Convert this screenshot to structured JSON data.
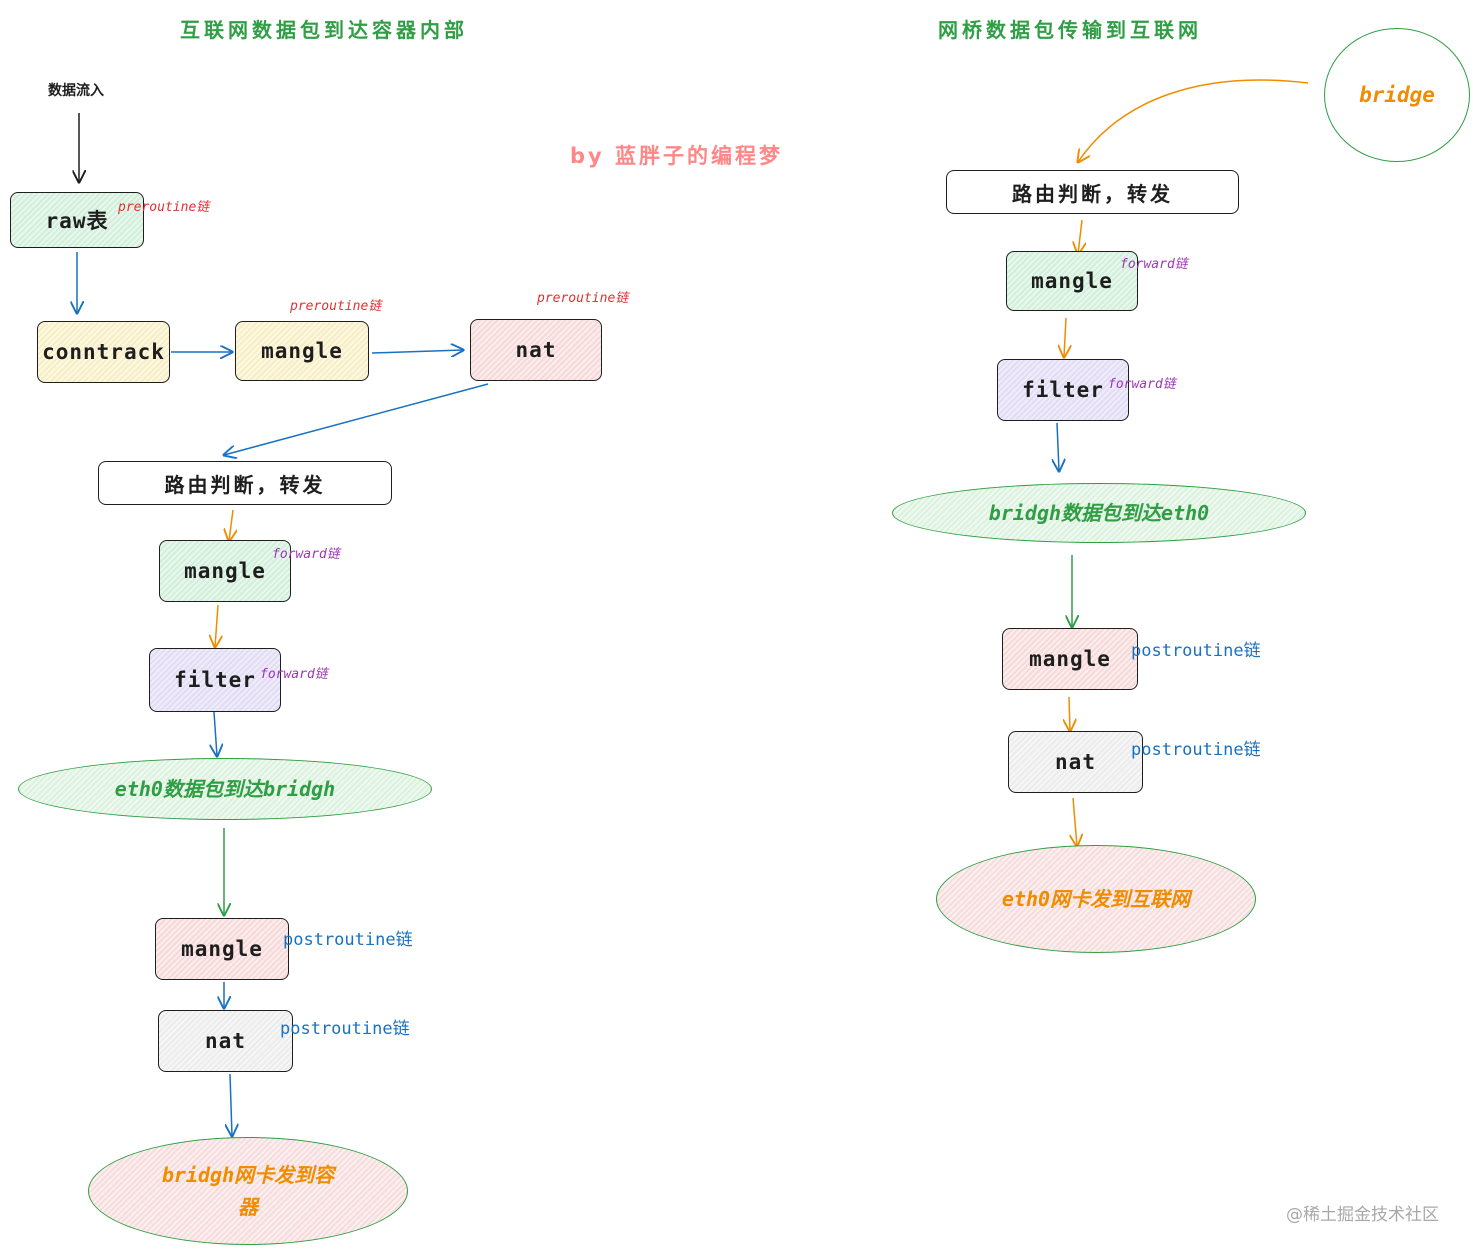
{
  "titles": {
    "left": "互联网数据包到达容器内部",
    "right": "网桥数据包传输到互联网"
  },
  "author": "by 蓝胖子的编程梦",
  "data_in_label": "数据流入",
  "watermark": "@稀土掘金技术社区",
  "left_flow": {
    "raw": "raw表",
    "conntrack": "conntrack",
    "pre_mangle": "mangle",
    "pre_nat": "nat",
    "route": "路由判断，转发",
    "fwd_mangle": "mangle",
    "fwd_filter": "filter",
    "eth0_to_bridge": "eth0数据包到达bridgh",
    "post_mangle": "mangle",
    "post_nat": "nat",
    "end": "bridgh网卡发到容器"
  },
  "right_flow": {
    "bridge": "bridge",
    "route": "路由判断，转发",
    "fwd_mangle": "mangle",
    "fwd_filter": "filter",
    "bridge_to_eth0": "bridgh数据包到达eth0",
    "post_mangle": "mangle",
    "post_nat": "nat",
    "end": "eth0网卡发到互联网"
  },
  "chains": {
    "preroutine": "preroutine链",
    "forward": "forward链",
    "postroutine": "postroutine链"
  },
  "colors": {
    "arrow_black": "#1e1e1e",
    "arrow_blue": "#1971c2",
    "arrow_orange": "#f08c00",
    "arrow_green": "#2f9e44",
    "chain_red": "#e03131",
    "chain_purple": "#9c36b5",
    "chain_blue": "#1971c2",
    "title_green": "#2f9e44",
    "author_pink": "#ff8787"
  }
}
